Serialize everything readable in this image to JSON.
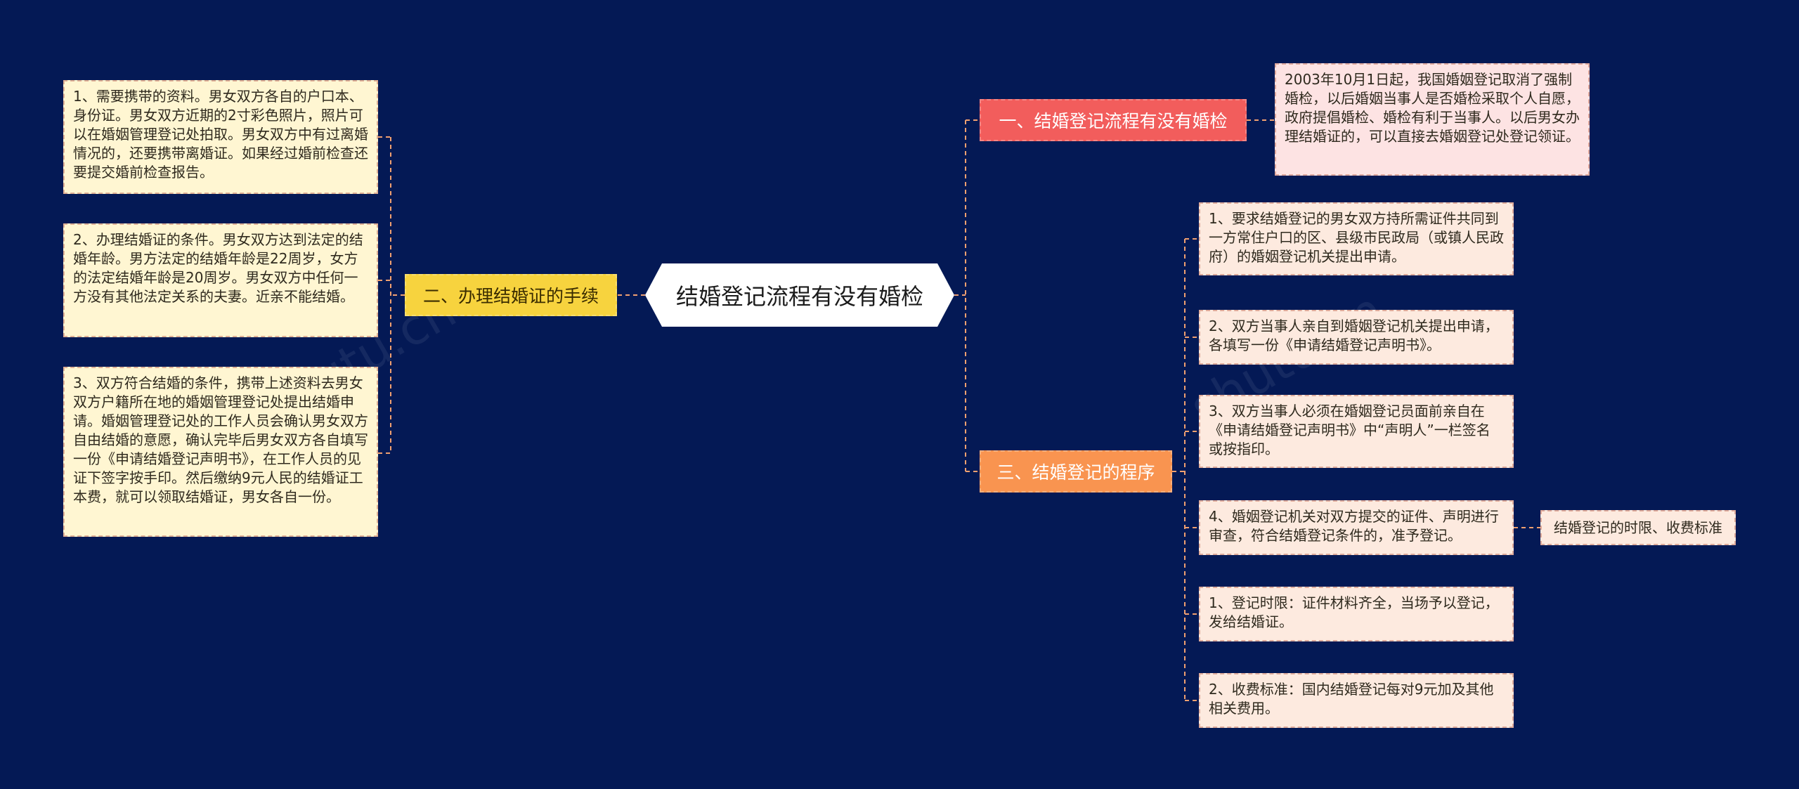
{
  "root": {
    "title": "结婚登记流程有没有婚检"
  },
  "branches": {
    "left": {
      "label": "二、办理结婚证的手续"
    },
    "top": {
      "label": "一、结婚登记流程有没有婚检"
    },
    "bottom": {
      "label": "三、结婚登记的程序"
    }
  },
  "left_items": [
    {
      "text": "1、需要携带的资料。男女双方各自的户口本、身份证。男女双方近期的2寸彩色照片，照片可以在婚姻管理登记处拍取。男女双方中有过离婚情况的，还要携带离婚证。如果经过婚前检查还要提交婚前检查报告。"
    },
    {
      "text": "2、办理结婚证的条件。男女双方达到法定的结婚年龄。男方法定的结婚年龄是22周岁，女方的法定结婚年龄是20周岁。男女双方中任何一方没有其他法定关系的夫妻。近亲不能结婚。"
    },
    {
      "text": "3、双方符合结婚的条件，携带上述资料去男女双方户籍所在地的婚姻管理登记处提出结婚申请。婚姻管理登记处的工作人员会确认男女双方自由结婚的意愿，确认完毕后男女双方各自填写一份《申请结婚登记声明书》，在工作人员的见证下签字按手印。然后缴纳9元人民的结婚证工本费，就可以领取结婚证，男女各自一份。"
    }
  ],
  "top_item": {
    "text": "2003年10月1日起，我国婚姻登记取消了强制婚检，以后婚姻当事人是否婚检采取个人自愿，政府提倡婚检、婚检有利于当事人。以后男女办理结婚证的，可以直接去婚姻登记处登记领证。"
  },
  "bottom_items": [
    {
      "text": "1、要求结婚登记的男女双方持所需证件共同到一方常住户口的区、县级市民政局（或镇人民政府）的婚姻登记机关提出申请。"
    },
    {
      "text": "2、双方当事人亲自到婚姻登记机关提出申请，各填写一份《申请结婚登记声明书》。"
    },
    {
      "text": "3、双方当事人必须在婚姻登记员面前亲自在《申请结婚登记声明书》中“声明人”一栏签名或按指印。"
    },
    {
      "text": "4、婚姻登记机关对双方提交的证件、声明进行审查，符合结婚登记条件的，准予登记。"
    },
    {
      "text": "1、登记时限：证件材料齐全，当场予以登记，发给结婚证。"
    },
    {
      "text": "2、收费标准：国内结婚登记每对9元加及其他相关费用。"
    }
  ],
  "side_item": {
    "text": "结婚登记的时限、收费标准"
  },
  "watermarks": [
    "shutu.cn",
    "shutu.cn"
  ],
  "colors": {
    "background": "#041955",
    "link": "#f0a070",
    "branch_left": "#f7d33e",
    "branch_top": "#f25d5c",
    "branch_bottom": "#f99450"
  }
}
